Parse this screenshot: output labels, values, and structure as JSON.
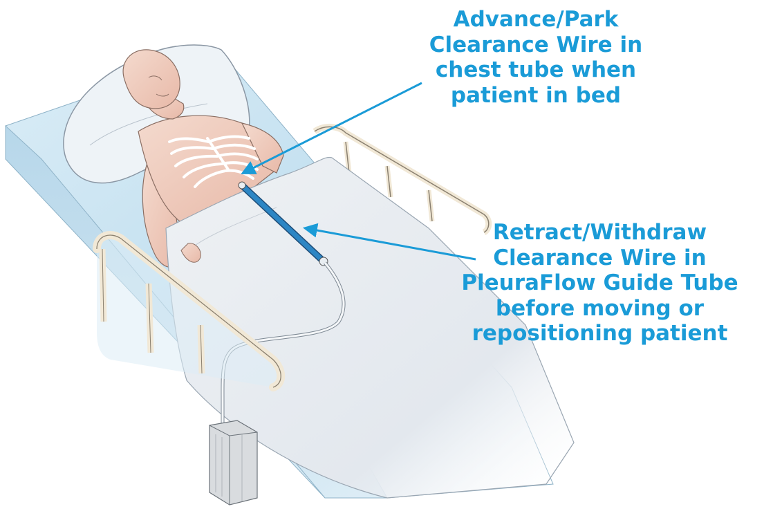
{
  "callouts": {
    "advance": {
      "lines": [
        "Advance/Park",
        "Clearance Wire in",
        "chest tube when",
        "patient in bed"
      ]
    },
    "retract": {
      "lines": [
        "Retract/Withdraw",
        "Clearance Wire in",
        "PleuraFlow Guide Tube",
        "before moving or",
        "repositioning patient"
      ]
    }
  },
  "colors": {
    "accent": "#1a9bd7",
    "bed_frame": "#f1e8d6",
    "bed_frame_outline": "#8a8070",
    "mattress": "#cfe6f2",
    "sheet": "#e8edf2",
    "skin": "#f2d3c4",
    "tube": "#2d86c4"
  },
  "icons": [
    "patient-figure",
    "hospital-bed",
    "chest-tube",
    "drainage-canister"
  ]
}
